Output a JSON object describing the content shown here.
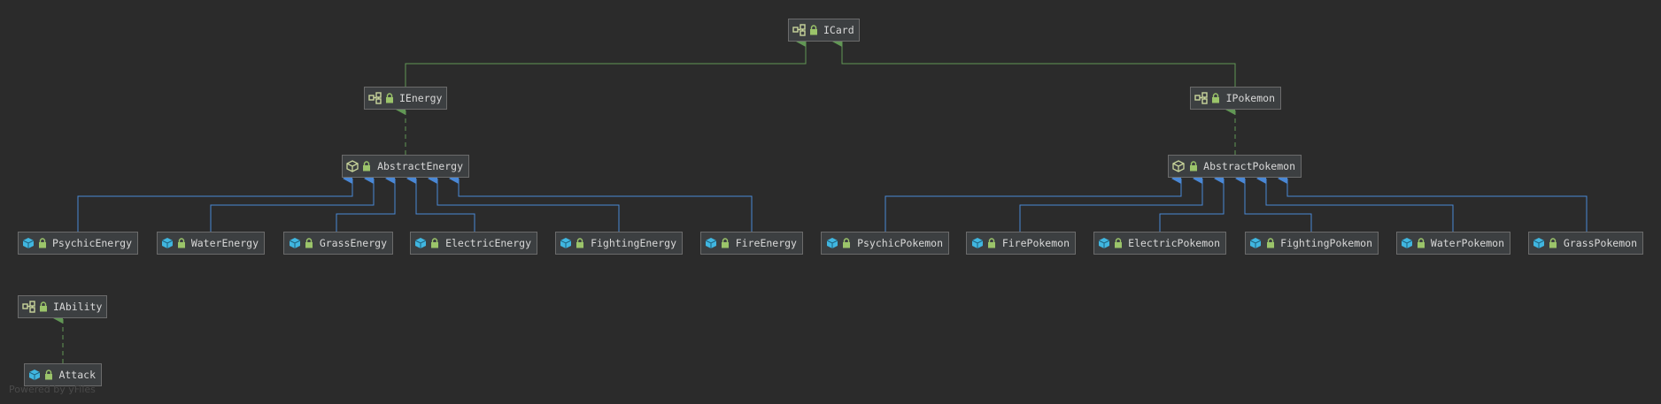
{
  "diagram": {
    "nodes": {
      "icard": {
        "label": "ICard",
        "kind": "interface"
      },
      "ienergy": {
        "label": "IEnergy",
        "kind": "interface"
      },
      "ipokemon": {
        "label": "IPokemon",
        "kind": "interface"
      },
      "abstract_energy": {
        "label": "AbstractEnergy",
        "kind": "abstract-class"
      },
      "abstract_pokemon": {
        "label": "AbstractPokemon",
        "kind": "abstract-class"
      },
      "psychic_energy": {
        "label": "PsychicEnergy",
        "kind": "class"
      },
      "water_energy": {
        "label": "WaterEnergy",
        "kind": "class"
      },
      "grass_energy": {
        "label": "GrassEnergy",
        "kind": "class"
      },
      "electric_energy": {
        "label": "ElectricEnergy",
        "kind": "class"
      },
      "fighting_energy": {
        "label": "FightingEnergy",
        "kind": "class"
      },
      "fire_energy": {
        "label": "FireEnergy",
        "kind": "class"
      },
      "psychic_pokemon": {
        "label": "PsychicPokemon",
        "kind": "class"
      },
      "fire_pokemon": {
        "label": "FirePokemon",
        "kind": "class"
      },
      "electric_pokemon": {
        "label": "ElectricPokemon",
        "kind": "class"
      },
      "fighting_pokemon": {
        "label": "FightingPokemon",
        "kind": "class"
      },
      "water_pokemon": {
        "label": "WaterPokemon",
        "kind": "class"
      },
      "grass_pokemon": {
        "label": "GrassPokemon",
        "kind": "class"
      },
      "iability": {
        "label": "IAbility",
        "kind": "interface"
      },
      "attack": {
        "label": "Attack",
        "kind": "class"
      }
    },
    "edges": [
      {
        "from": "ienergy",
        "to": "icard",
        "type": "extends"
      },
      {
        "from": "ipokemon",
        "to": "icard",
        "type": "extends"
      },
      {
        "from": "abstract_energy",
        "to": "ienergy",
        "type": "implements"
      },
      {
        "from": "abstract_pokemon",
        "to": "ipokemon",
        "type": "implements"
      },
      {
        "from": "psychic_energy",
        "to": "abstract_energy",
        "type": "inherits"
      },
      {
        "from": "water_energy",
        "to": "abstract_energy",
        "type": "inherits"
      },
      {
        "from": "grass_energy",
        "to": "abstract_energy",
        "type": "inherits"
      },
      {
        "from": "electric_energy",
        "to": "abstract_energy",
        "type": "inherits"
      },
      {
        "from": "fighting_energy",
        "to": "abstract_energy",
        "type": "inherits"
      },
      {
        "from": "fire_energy",
        "to": "abstract_energy",
        "type": "inherits"
      },
      {
        "from": "psychic_pokemon",
        "to": "abstract_pokemon",
        "type": "inherits"
      },
      {
        "from": "fire_pokemon",
        "to": "abstract_pokemon",
        "type": "inherits"
      },
      {
        "from": "electric_pokemon",
        "to": "abstract_pokemon",
        "type": "inherits"
      },
      {
        "from": "fighting_pokemon",
        "to": "abstract_pokemon",
        "type": "inherits"
      },
      {
        "from": "water_pokemon",
        "to": "abstract_pokemon",
        "type": "inherits"
      },
      {
        "from": "grass_pokemon",
        "to": "abstract_pokemon",
        "type": "inherits"
      },
      {
        "from": "attack",
        "to": "iability",
        "type": "implements"
      }
    ]
  },
  "colors": {
    "background": "#2b2b2b",
    "node_fill": "#3c3f41",
    "node_border": "#6b6b6b",
    "interface_edge": "#629755",
    "class_edge": "#4a88d6",
    "interface_icon": "#c9d59b",
    "class_icon": "#40b6e0",
    "lock_icon": "#9bc46a"
  },
  "footer": {
    "text": "Powered by yFiles"
  }
}
